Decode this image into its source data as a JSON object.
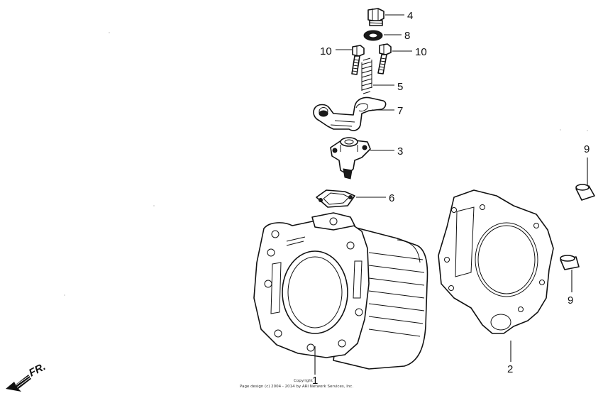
{
  "callouts": {
    "c4": "4",
    "c8": "8",
    "c10a": "10",
    "c10b": "10",
    "c5": "5",
    "c7": "7",
    "c3": "3",
    "c6": "6",
    "c9a": "9",
    "c9b": "9",
    "c2": "2",
    "c1": "1"
  },
  "direction_label": "FR.",
  "copyright": {
    "line1": "Copyright",
    "line2": "Page design (c) 2004 - 2014 by ARI Network Services, Inc."
  },
  "icons": [
    "front-arrow-icon"
  ]
}
